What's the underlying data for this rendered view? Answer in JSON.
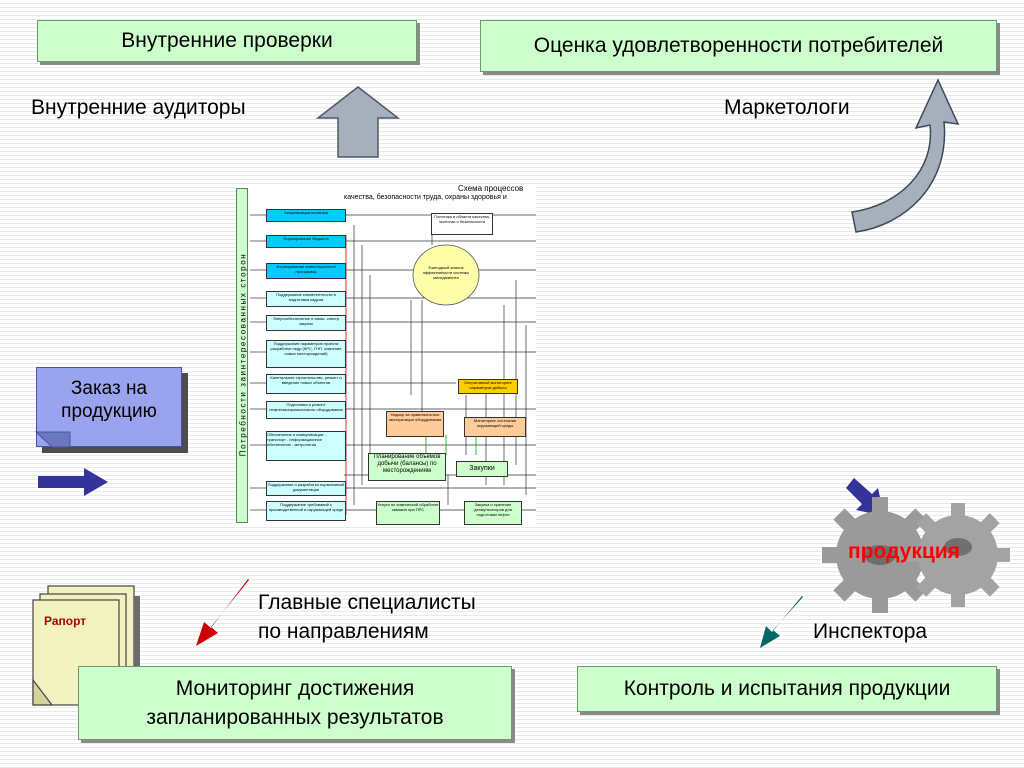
{
  "top_left_box": "Внутренние проверки",
  "top_right_box": "Оценка удовлетворенности потребителей",
  "label_internal_auditors": "Внутренние аудиторы",
  "label_marketers": "Маркетологи",
  "order_card": "Заказ на продукцию",
  "product_gears_label": "продукция",
  "report_label": "Рапорт",
  "label_chief_specialists_line1": "Главные специалисты",
  "label_chief_specialists_line2": "по направлениям",
  "label_inspectors": "Инспектора",
  "bottom_left_box": "Мониторинг достижения запланированных результатов",
  "bottom_right_box": "Контроль и испытания продукции",
  "colors": {
    "box_fill": "#ccffcc",
    "box_border": "#6b9a6b",
    "order_card_fill": "#99a3ee",
    "big_arrow_fill": "#a6b0bd",
    "dark_arrow": "#333399",
    "red_arrow": "#cc0000",
    "teal_arrow": "#006666",
    "gear_fill": "#9a9a9a",
    "report_fill": "#f2f2c0"
  },
  "embedded_scheme": {
    "side_label": "Потребности заинтересованных сторон",
    "title_line1": "Схема процессов",
    "title_line2": "качества, безопасности труда, охраны здоровья и",
    "left_boxes": [
      "Актуализация политики",
      "Формирование бюджета",
      "Формирование инвестиционной программы",
      "Поддержание компетентности и подготовка кадров",
      "Энергообеспечение и связь. спектр закупок",
      "Поддержание параметров проекта разработки недр (КРС, ГНП, освоение новых месторождений)",
      "Капитальное строительство, ремонт и введение новых объектов",
      "Подготовка и ремонт нефтегазопромыслового оборудования",
      "Обеспечение и коммуникации: - транспорт - информационное обеспечение - метрология",
      "Поддержание и разработка нормативной документации",
      "Поддержание требований к производственной и окружающей среде"
    ],
    "policy_box": "Политика в области качества, экологии и безопасности",
    "annual_analysis": "Ежегодный анализ эффективности системы менеджмента",
    "operational_monitoring": "Оперативный мониторинг параметров добычи",
    "supervision_box": "Надзор за правильностью эксплуатации оборудования",
    "env_monitoring": "Мониторинг состояния окружающей среды",
    "planning_box": "Планирование объёмов добычи (балансы) по месторождениям",
    "purchases_box": "Закупки",
    "services_box": "Услуги по химической обработке скважин при ПРС",
    "oil_prep_box": "Закупка и хранение деэмульгаторов для подготовки нефти"
  }
}
